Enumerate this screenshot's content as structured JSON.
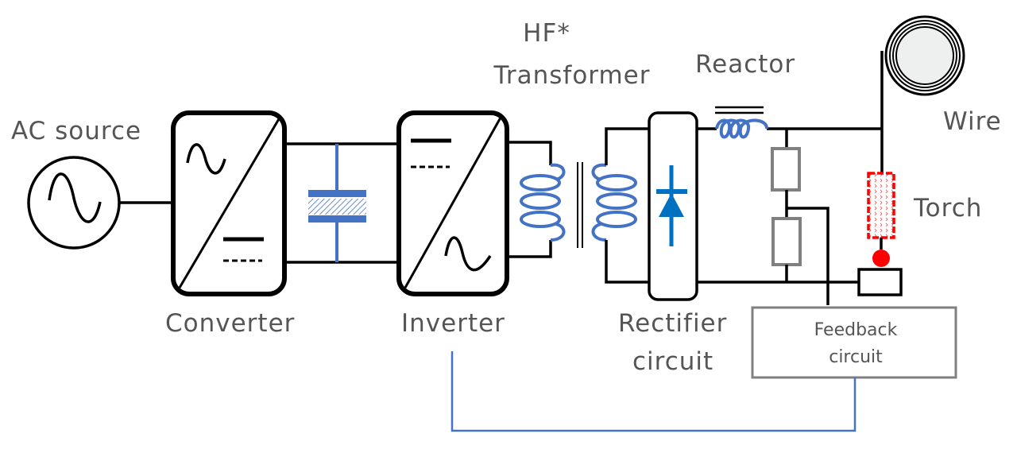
{
  "diagram": {
    "title": "Inverter welding power source block diagram",
    "labels": {
      "ac_source": "AC source",
      "converter": "Converter",
      "inverter": "Inverter",
      "transformer_line1": "HF*",
      "transformer_line2": "Transformer",
      "reactor": "Reactor",
      "rectifier_line1": "Rectifier",
      "rectifier_line2": "circuit",
      "wire": "Wire",
      "torch": "Torch",
      "feedback_line1": "Feedback",
      "feedback_line2": "circuit"
    },
    "components": [
      {
        "id": "ac-source",
        "symbol": "sine-wave-in-circle"
      },
      {
        "id": "converter",
        "symbol": "ac-to-dc"
      },
      {
        "id": "dc-link-capacitor",
        "symbol": "capacitor"
      },
      {
        "id": "inverter",
        "symbol": "dc-to-ac"
      },
      {
        "id": "hf-transformer",
        "symbol": "transformer"
      },
      {
        "id": "rectifier-circuit",
        "symbol": "diode"
      },
      {
        "id": "reactor",
        "symbol": "inductor"
      },
      {
        "id": "voltage-divider",
        "symbol": "two-resistors"
      },
      {
        "id": "wire-spool",
        "symbol": "concentric-circles"
      },
      {
        "id": "torch",
        "symbol": "hatched-rectangle"
      },
      {
        "id": "current-sensor",
        "symbol": "rectangle"
      },
      {
        "id": "feedback-circuit",
        "symbol": "box"
      }
    ],
    "colors": {
      "line": "#000000",
      "accent_blue": "#4472c4",
      "diode_blue": "#0070c0",
      "torch_red": "#ff0000",
      "label_grey": "#555555",
      "resistor_grey": "#808080"
    }
  }
}
